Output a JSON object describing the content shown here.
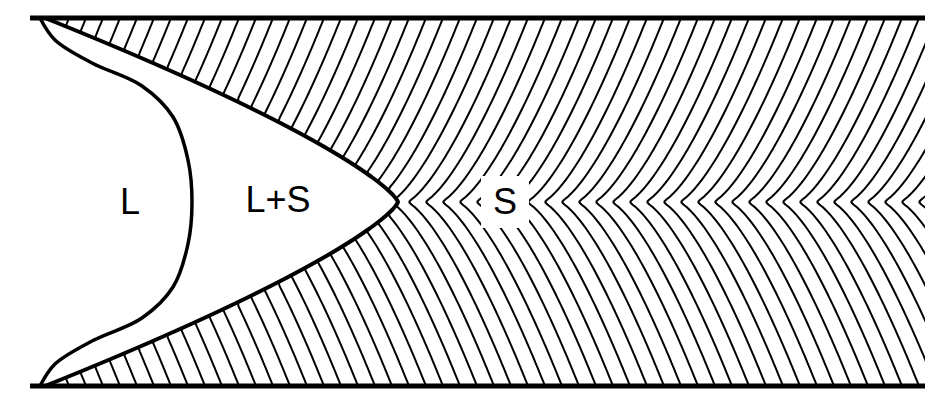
{
  "diagram": {
    "labels": [
      "L",
      "L+S",
      "S"
    ]
  }
}
